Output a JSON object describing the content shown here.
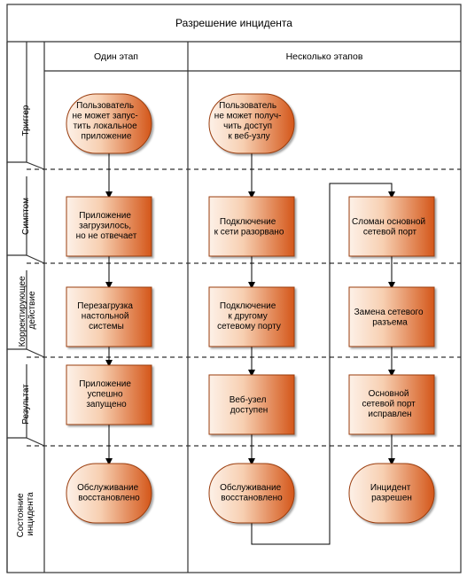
{
  "title": "Разрешение инцидента",
  "columns": {
    "single": "Один этап",
    "multi": "Несколько этапов"
  },
  "lanes": {
    "trigger": [
      "Триггер"
    ],
    "symptom": [
      "Симптом"
    ],
    "corrective": [
      "Корректирующее",
      "действие"
    ],
    "result": [
      "Результат"
    ],
    "state": [
      "Состояние",
      "инцидента"
    ]
  },
  "nodes": {
    "c1_trigger": [
      "Пользователь",
      "не может запус-",
      "тить локальное",
      "приложение"
    ],
    "c1_symptom": [
      "Приложение",
      "загрузилось,",
      "но не отвечает"
    ],
    "c1_action": [
      "Перезагрузка",
      "настольной",
      "системы"
    ],
    "c1_result": [
      "Приложение",
      "успешно",
      "запущено"
    ],
    "c1_state": [
      "Обслуживание",
      "восстановлено"
    ],
    "c2_trigger": [
      "Пользователь",
      "не может получ-",
      "чить доступ",
      "к веб-узлу"
    ],
    "c2_symptom": [
      "Подключение",
      "к сети разорвано"
    ],
    "c2_action": [
      "Подключение",
      "к другому",
      "сетевому порту"
    ],
    "c2_result": [
      "Веб-узел",
      "доступен"
    ],
    "c2_state": [
      "Обслуживание",
      "восстановлено"
    ],
    "c3_symptom": [
      "Сломан основной",
      "сетевой порт"
    ],
    "c3_action": [
      "Замена сетевого",
      "разъема"
    ],
    "c3_result": [
      "Основной",
      "сетевой порт",
      "исправлен"
    ],
    "c3_state": [
      "Инцидент",
      "разрешен"
    ]
  },
  "colors": {
    "box_light": "#fce7d9",
    "box_dark": "#d4571a",
    "box_border": "#9a3d10",
    "line": "#000000",
    "frame": "#333333"
  }
}
